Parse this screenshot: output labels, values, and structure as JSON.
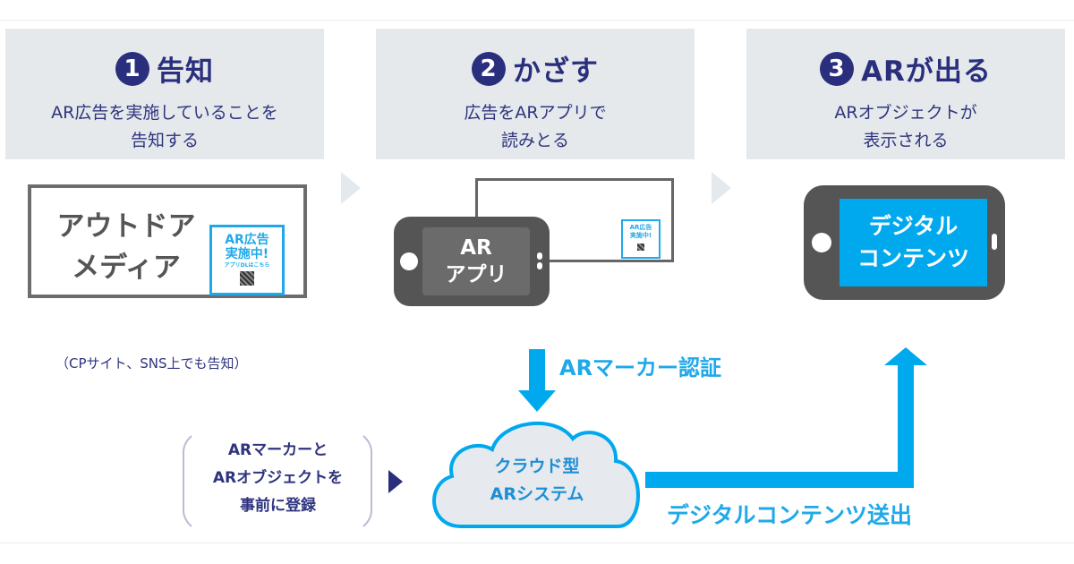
{
  "steps": [
    {
      "number": "1",
      "title": "告知",
      "desc_line1": "AR広告を実施していることを",
      "desc_line2": "告知する"
    },
    {
      "number": "2",
      "title": "かざす",
      "desc_line1": "広告をARアプリで",
      "desc_line2": "読みとる"
    },
    {
      "number": "3",
      "title": "ARが出る",
      "desc_line1": "ARオブジェクトが",
      "desc_line2": "表示される"
    }
  ],
  "media": {
    "line1": "アウトドア",
    "line2": "メディア"
  },
  "ad_badge": {
    "line1": "AR広告",
    "line2": "実施中!",
    "line3": "アプリDLはこちら"
  },
  "note": "（CPサイト、SNS上でも告知）",
  "phone_app": {
    "line1": "AR",
    "line2": "アプリ"
  },
  "phone_content": {
    "line1": "デジタル",
    "line2": "コンテンツ"
  },
  "flow": {
    "marker_auth": "ARマーカー認証",
    "cloud_line1": "クラウド型",
    "cloud_line2": "ARシステム",
    "register_line1": "ARマーカーと",
    "register_line2": "ARオブジェクトを",
    "register_line3": "事前に登録",
    "send_content": "デジタルコンテンツ送出"
  },
  "colors": {
    "navy": "#2a2f7d",
    "accent_blue": "#00a9ee",
    "header_bg": "#e5e9ec",
    "phone_gray": "#555555"
  }
}
